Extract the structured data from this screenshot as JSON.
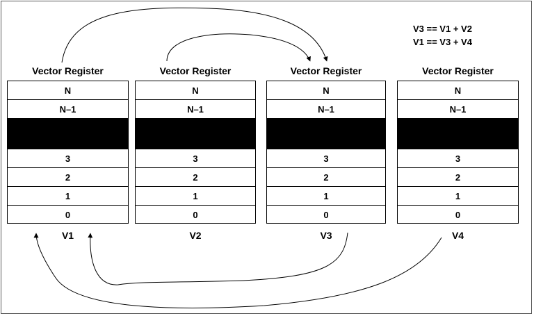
{
  "equations": [
    "V3 == V1 + V2",
    "V1 == V3 + V4"
  ],
  "registers": [
    {
      "title": "Vector Register",
      "name": "V1",
      "cells": [
        "N",
        "N–1",
        "",
        "3",
        "2",
        "1",
        "0"
      ]
    },
    {
      "title": "Vector Register",
      "name": "V2",
      "cells": [
        "N",
        "N–1",
        "",
        "3",
        "2",
        "1",
        "0"
      ]
    },
    {
      "title": "Vector Register",
      "name": "V3",
      "cells": [
        "N",
        "N–1",
        "",
        "3",
        "2",
        "1",
        "0"
      ]
    },
    {
      "title": "Vector Register",
      "name": "V4",
      "cells": [
        "N",
        "N–1",
        "",
        "3",
        "2",
        "1",
        "0"
      ]
    }
  ]
}
